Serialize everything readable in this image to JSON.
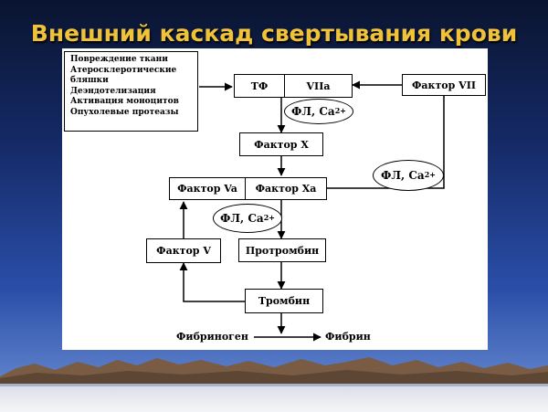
{
  "slide": {
    "title": "Внешний каскад свертывания крови",
    "title_color": "#f0c23a"
  },
  "diagram": {
    "triggers": [
      "Повреждение ткани",
      "Атеросклеротические",
      "бляшки",
      "Деэндотелизация",
      "Активация моноцитов",
      "Опухолевые протеазы"
    ],
    "nodes": {
      "tf": "ТФ",
      "viia": "VIIa",
      "factor_vii": "Фактор VII",
      "factor_x": "Фактор X",
      "factor_va": "Фактор Va",
      "factor_xa": "Фактор Xa",
      "factor_v": "Фактор V",
      "prothrombin": "Протромбин",
      "thrombin": "Тромбин",
      "fibrinogen": "Фибриноген",
      "fibrin": "Фибрин"
    },
    "cofactors": {
      "label": "ФЛ, Ca",
      "charge": "2+"
    }
  }
}
